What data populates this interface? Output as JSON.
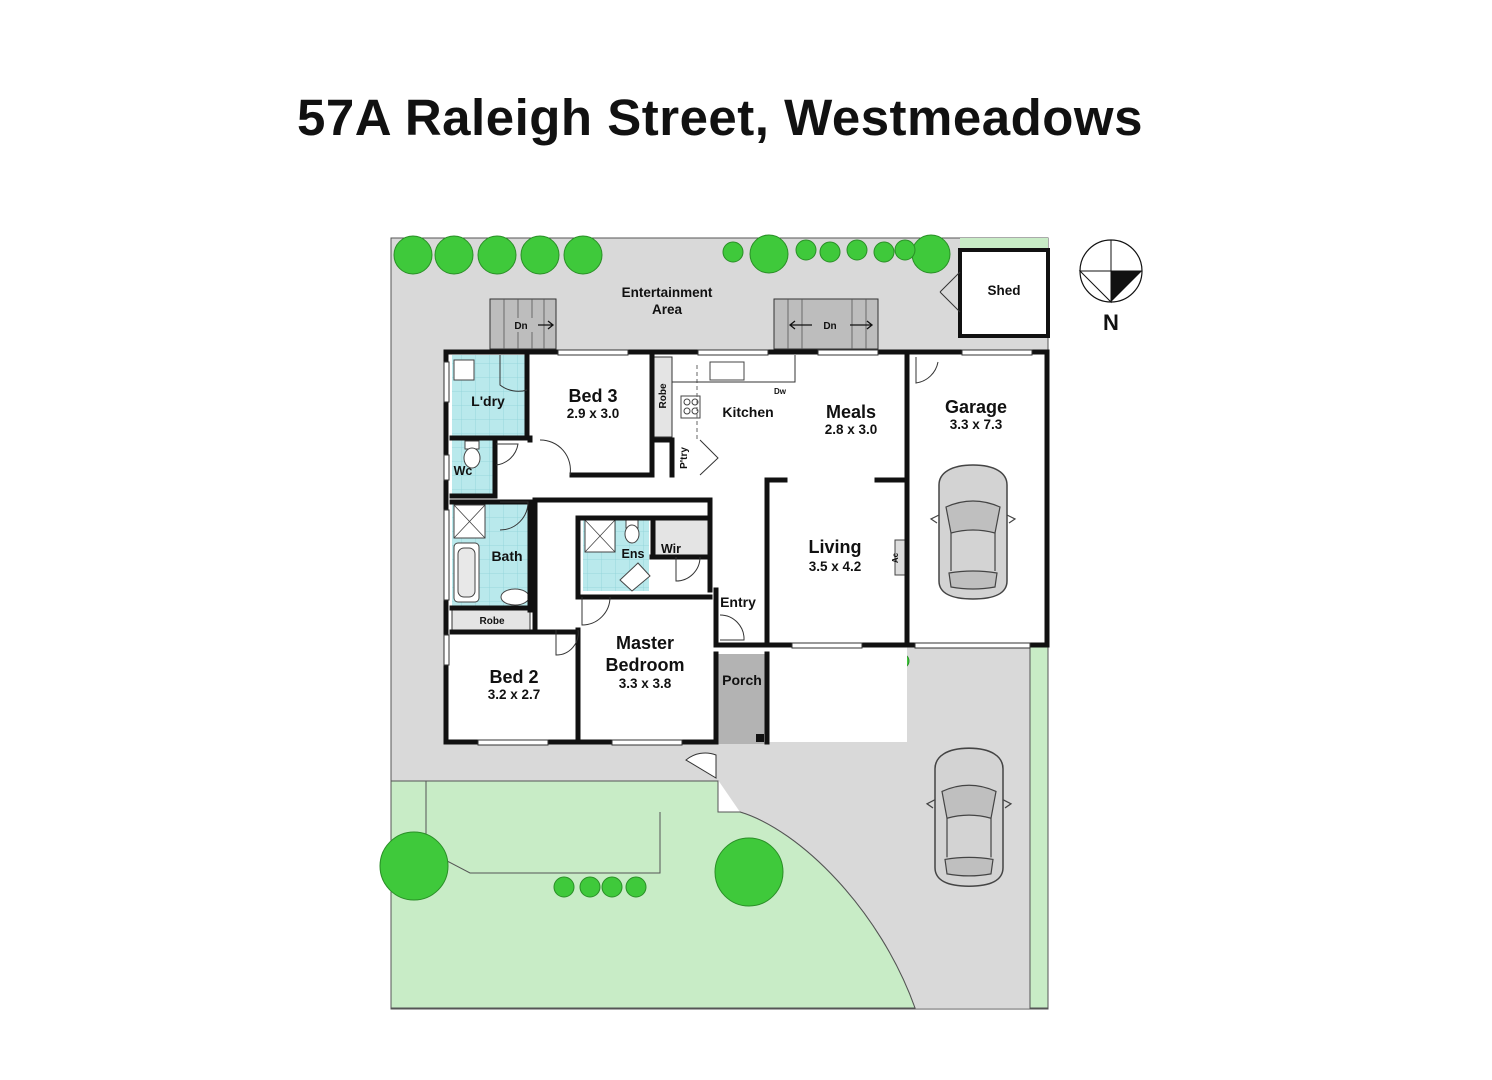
{
  "title": "57A Raleigh Street, Westmeadows",
  "compass": {
    "label": "N"
  },
  "outdoor": {
    "entertainment": [
      "Entertainment",
      "Area"
    ],
    "steps_left": "Dn",
    "steps_right": "Dn",
    "shed": "Shed",
    "porch": "Porch",
    "entry": "Entry"
  },
  "rooms": {
    "laundry": "L'dry",
    "wc": "Wc",
    "bath": "Bath",
    "robe_bed2": "Robe",
    "bed3": {
      "name": "Bed 3",
      "size": "2.9 x 3.0"
    },
    "robe_bed3": "Robe",
    "pantry": "P'try",
    "kitchen": "Kitchen",
    "dishwasher": "Dw",
    "meals": {
      "name": "Meals",
      "size": "2.8 x 3.0"
    },
    "garage": {
      "name": "Garage",
      "size": "3.3 x 7.3"
    },
    "living": {
      "name": "Living",
      "size": "3.5 x 4.2"
    },
    "aircon": "Ac",
    "ensuite": "Ens",
    "wir": "Wir",
    "master": {
      "name": [
        "Master",
        "Bedroom"
      ],
      "size": "3.3 x 3.8"
    },
    "bed2": {
      "name": "Bed 2",
      "size": "3.2 x 2.7"
    }
  },
  "colors": {
    "paving": "#d9d9d9",
    "lawn": "#c8ecc6",
    "tree": "#3fc93b",
    "wet_area": "#b9e9ec",
    "porch": "#b3b3b3",
    "wall": "#111111"
  }
}
